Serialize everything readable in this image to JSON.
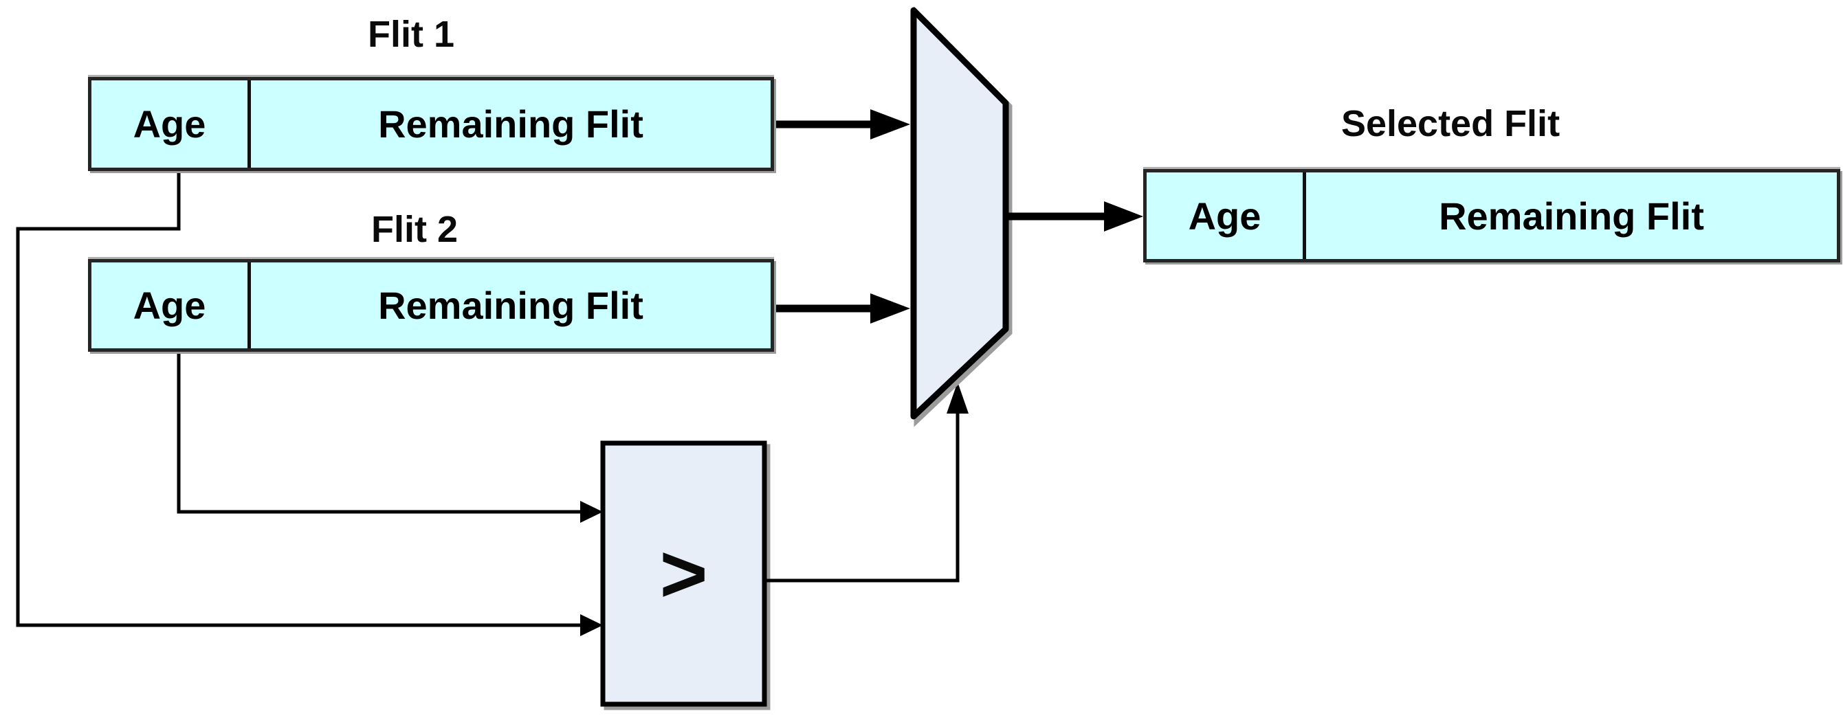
{
  "diagram": {
    "title_flit1": "Flit 1",
    "title_flit2": "Flit 2",
    "title_selected": "Selected Flit",
    "flit1": {
      "age": "Age",
      "remaining": "Remaining Flit"
    },
    "flit2": {
      "age": "Age",
      "remaining": "Remaining Flit"
    },
    "selected": {
      "age": "Age",
      "remaining": "Remaining Flit"
    },
    "comparator": {
      "symbol": ">"
    },
    "colors": {
      "flit_fill": "#ccffff",
      "unit_fill": "#e8eef8",
      "shadow": "#9c9c9c",
      "wire": "#000000"
    }
  }
}
